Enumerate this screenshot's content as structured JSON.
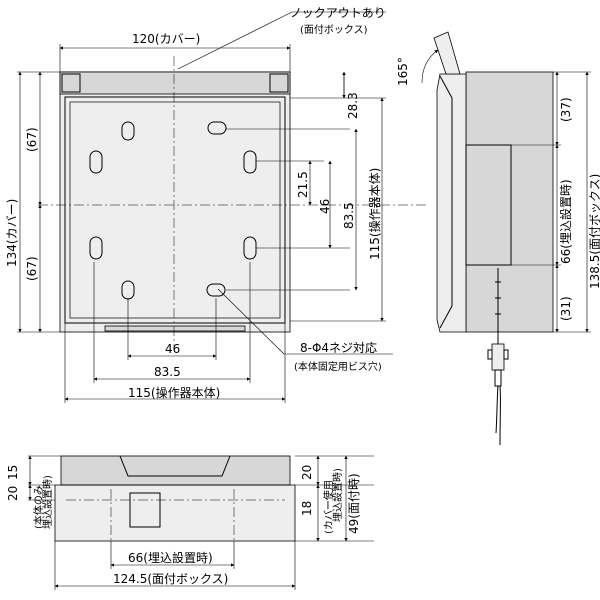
{
  "labels": {
    "knock_out": "ノックアウトあり",
    "knock_out_sub": "(面付ボックス)",
    "cover_width": "120(カバー)",
    "cover_height": "134(カバー)",
    "half_height_top": "(67)",
    "half_height_bottom": "(67)",
    "dim_28_3": "28.3",
    "dim_21_5": "21.5",
    "dim_46_v": "46",
    "dim_83_5_v": "83.5",
    "dim_115_v": "115(操作器本体)",
    "dim_46_h": "46",
    "dim_83_5_h": "83.5",
    "dim_115_h": "115(操作器本体)",
    "screw": "8-Φ4ネジ対応",
    "screw_sub": "(本体固定用ビス穴)",
    "angle": "165°",
    "side_37": "(37)",
    "side_66": "66(埋込設置時)",
    "side_31": "(31)",
    "side_138_5": "138.5(面付ボックス)",
    "bottom_20_left": "20",
    "bottom_15": "15",
    "bottom_left_note_1": "(本体のみ",
    "bottom_left_note_2": "埋込設置時)",
    "bottom_20_right": "20",
    "bottom_18": "18",
    "bottom_right_note_1": "(カバー使用",
    "bottom_right_note_2": "埋込設置時)",
    "bottom_49": "49(面付時)",
    "bottom_66": "66(埋込設置時)",
    "bottom_124_5": "124.5(面付ボックス)"
  },
  "icons": [
    "arrow-icon"
  ],
  "colors": {
    "line": "#000000",
    "fill_gray": "#d7d7d7",
    "fill_light": "#eeeeee"
  }
}
